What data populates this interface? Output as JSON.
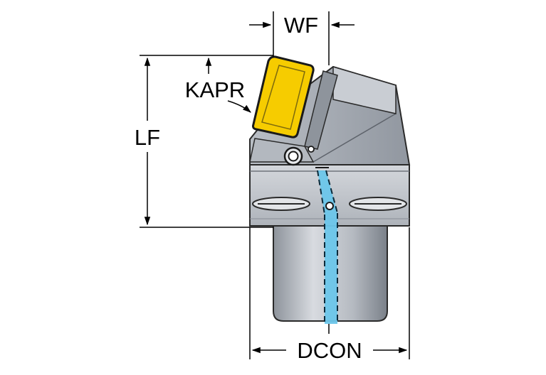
{
  "labels": {
    "wf": "WF",
    "kapr": "KAPR",
    "lf": "LF",
    "dcon": "DCON"
  },
  "colors": {
    "insert": "#f6cc00",
    "insert_edge": "#1a1a1a",
    "body_light": "#c9cdd3",
    "body_mid": "#a9aeb6",
    "body_dark": "#7d838c",
    "coolant": "#6cc6ea",
    "line": "#000000"
  }
}
